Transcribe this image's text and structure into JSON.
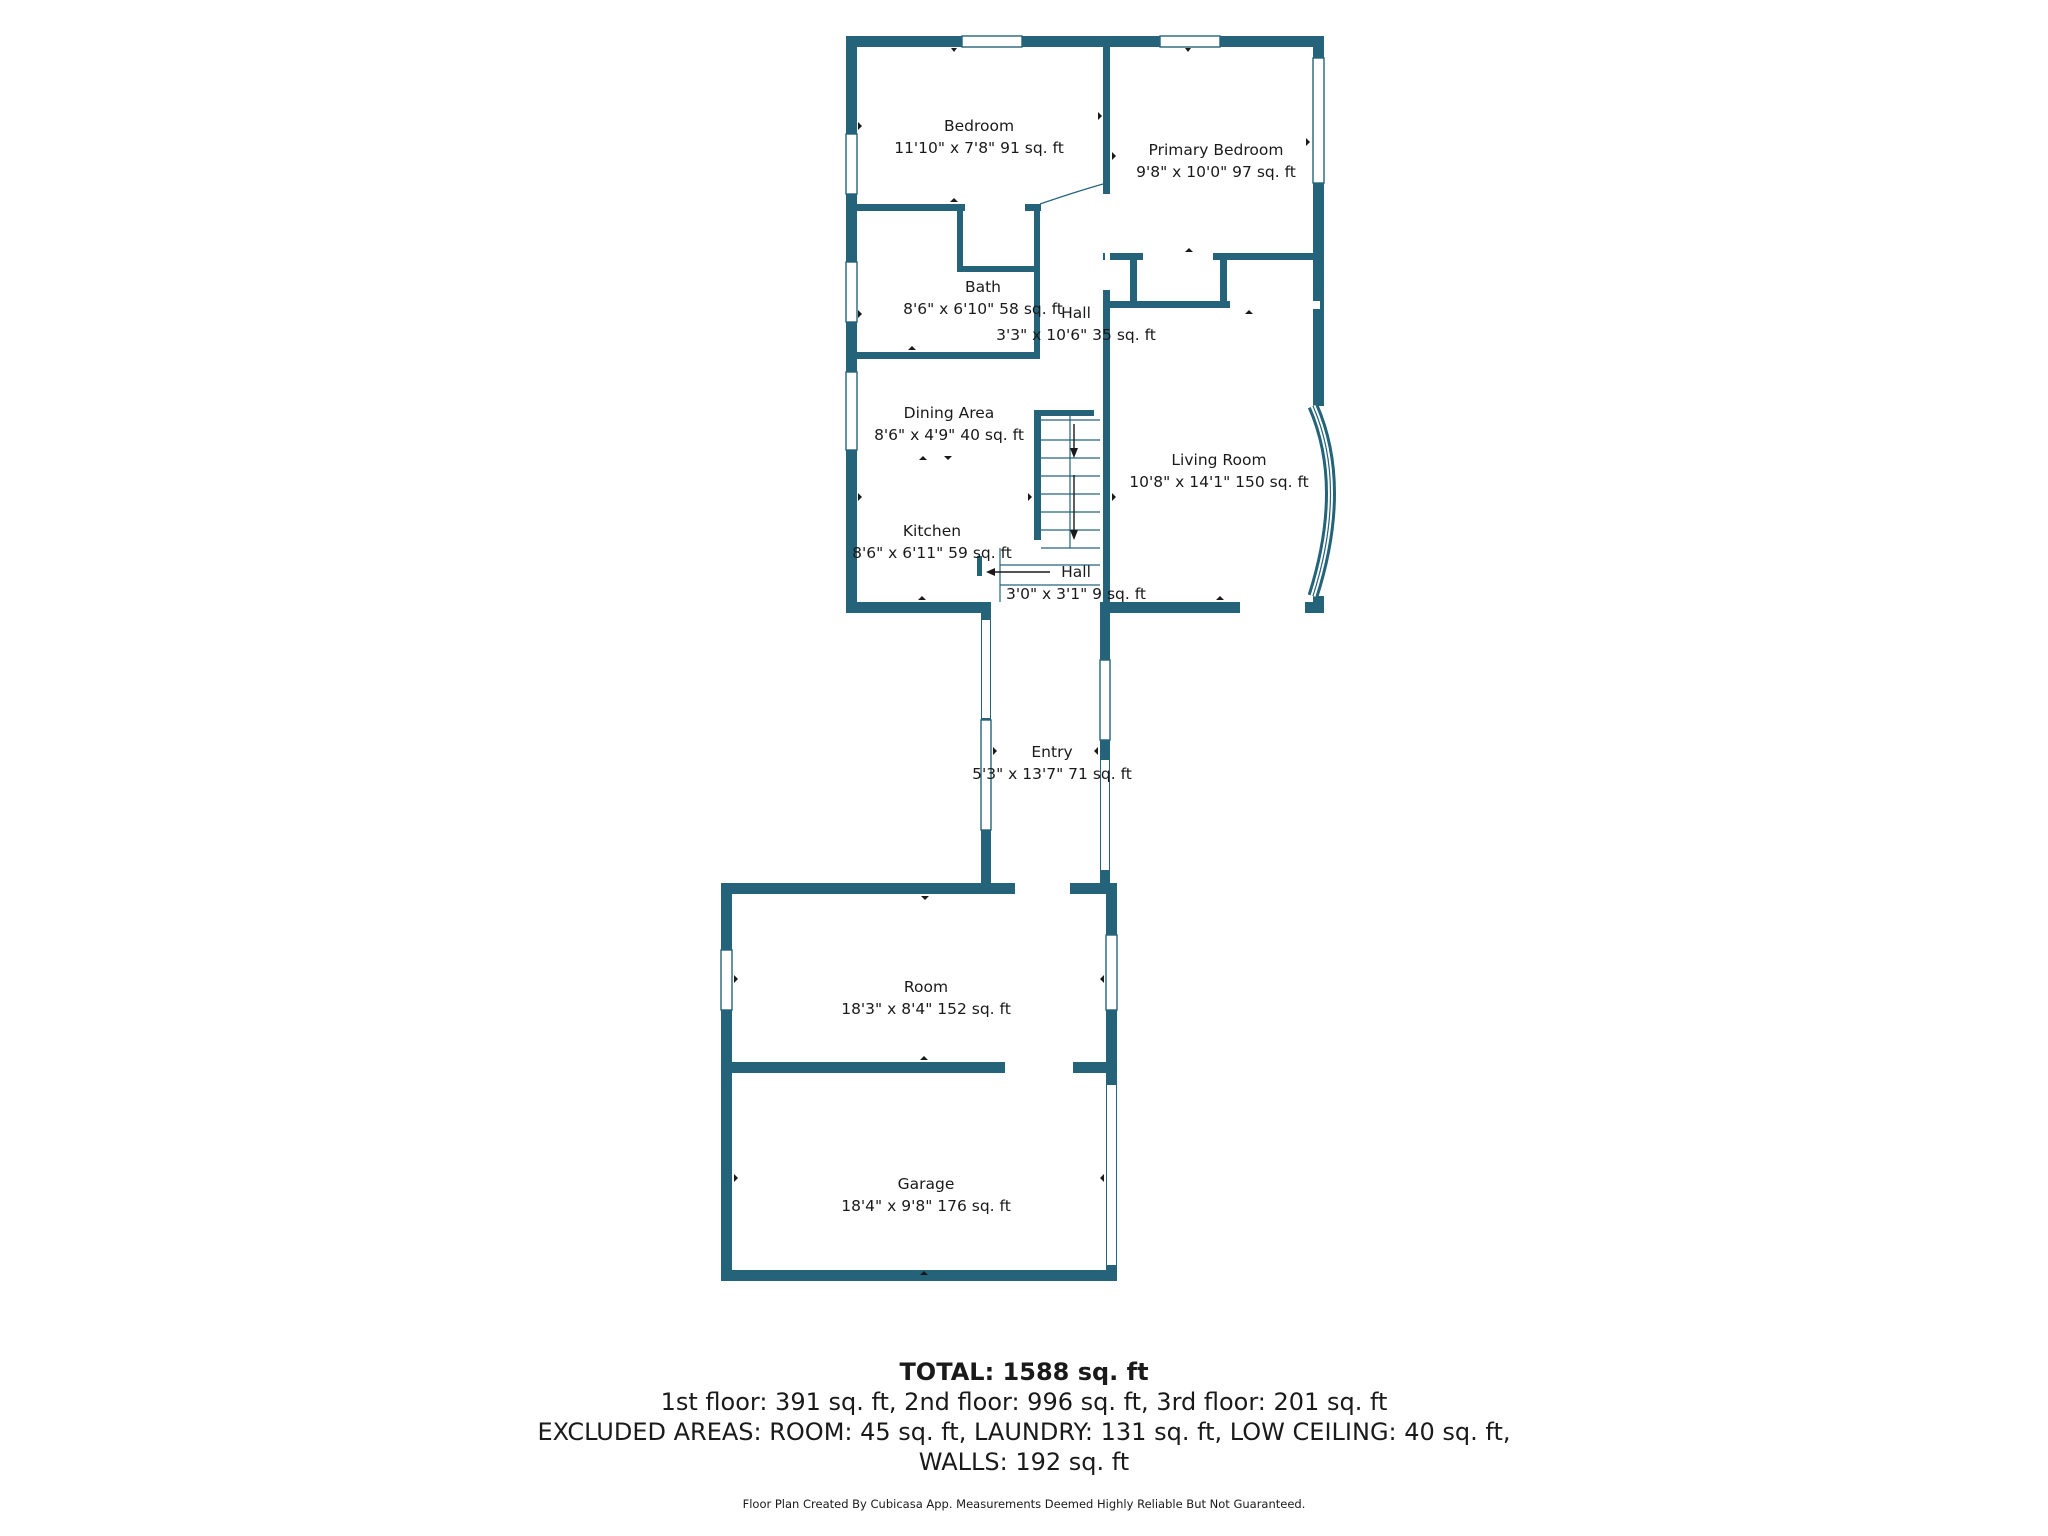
{
  "rooms": {
    "bedroom": {
      "name": "Bedroom",
      "dims": "11'10\" x 7'8\" 91 sq. ft"
    },
    "primary_bedroom": {
      "name": "Primary Bedroom",
      "dims": "9'8\" x 10'0\" 97 sq. ft"
    },
    "bath": {
      "name": "Bath",
      "dims": "8'6\" x 6'10\" 58 sq. ft"
    },
    "hall_upper": {
      "name": "Hall",
      "dims": "3'3\" x 10'6\" 35 sq. ft"
    },
    "dining_area": {
      "name": "Dining Area",
      "dims": "8'6\" x 4'9\" 40 sq. ft"
    },
    "living_room": {
      "name": "Living Room",
      "dims": "10'8\" x 14'1\" 150 sq. ft"
    },
    "kitchen": {
      "name": "Kitchen",
      "dims": "8'6\" x 6'11\" 59 sq. ft"
    },
    "hall_lower": {
      "name": "Hall",
      "dims": "3'0\" x 3'1\" 9 sq. ft"
    },
    "entry": {
      "name": "Entry",
      "dims": "5'3\" x 13'7\" 71 sq. ft"
    },
    "room": {
      "name": "Room",
      "dims": "18'3\" x 8'4\" 152 sq. ft"
    },
    "garage": {
      "name": "Garage",
      "dims": "18'4\" x 9'8\" 176 sq. ft"
    }
  },
  "summary": {
    "total": "TOTAL: 1588 sq. ft",
    "floors": "1st floor: 391 sq. ft, 2nd floor: 996 sq. ft, 3rd floor: 201 sq. ft",
    "excluded": "EXCLUDED AREAS: ROOM: 45 sq. ft, LAUNDRY: 131 sq. ft, LOW CEILING: 40 sq. ft,",
    "walls": "WALLS: 192 sq. ft"
  },
  "footer": "Floor Plan Created By Cubicasa App. Measurements Deemed Highly Reliable But Not Guaranteed.",
  "colors": {
    "wall": "#25637a",
    "background": "#ffffff",
    "text": "#1a1a1a"
  }
}
